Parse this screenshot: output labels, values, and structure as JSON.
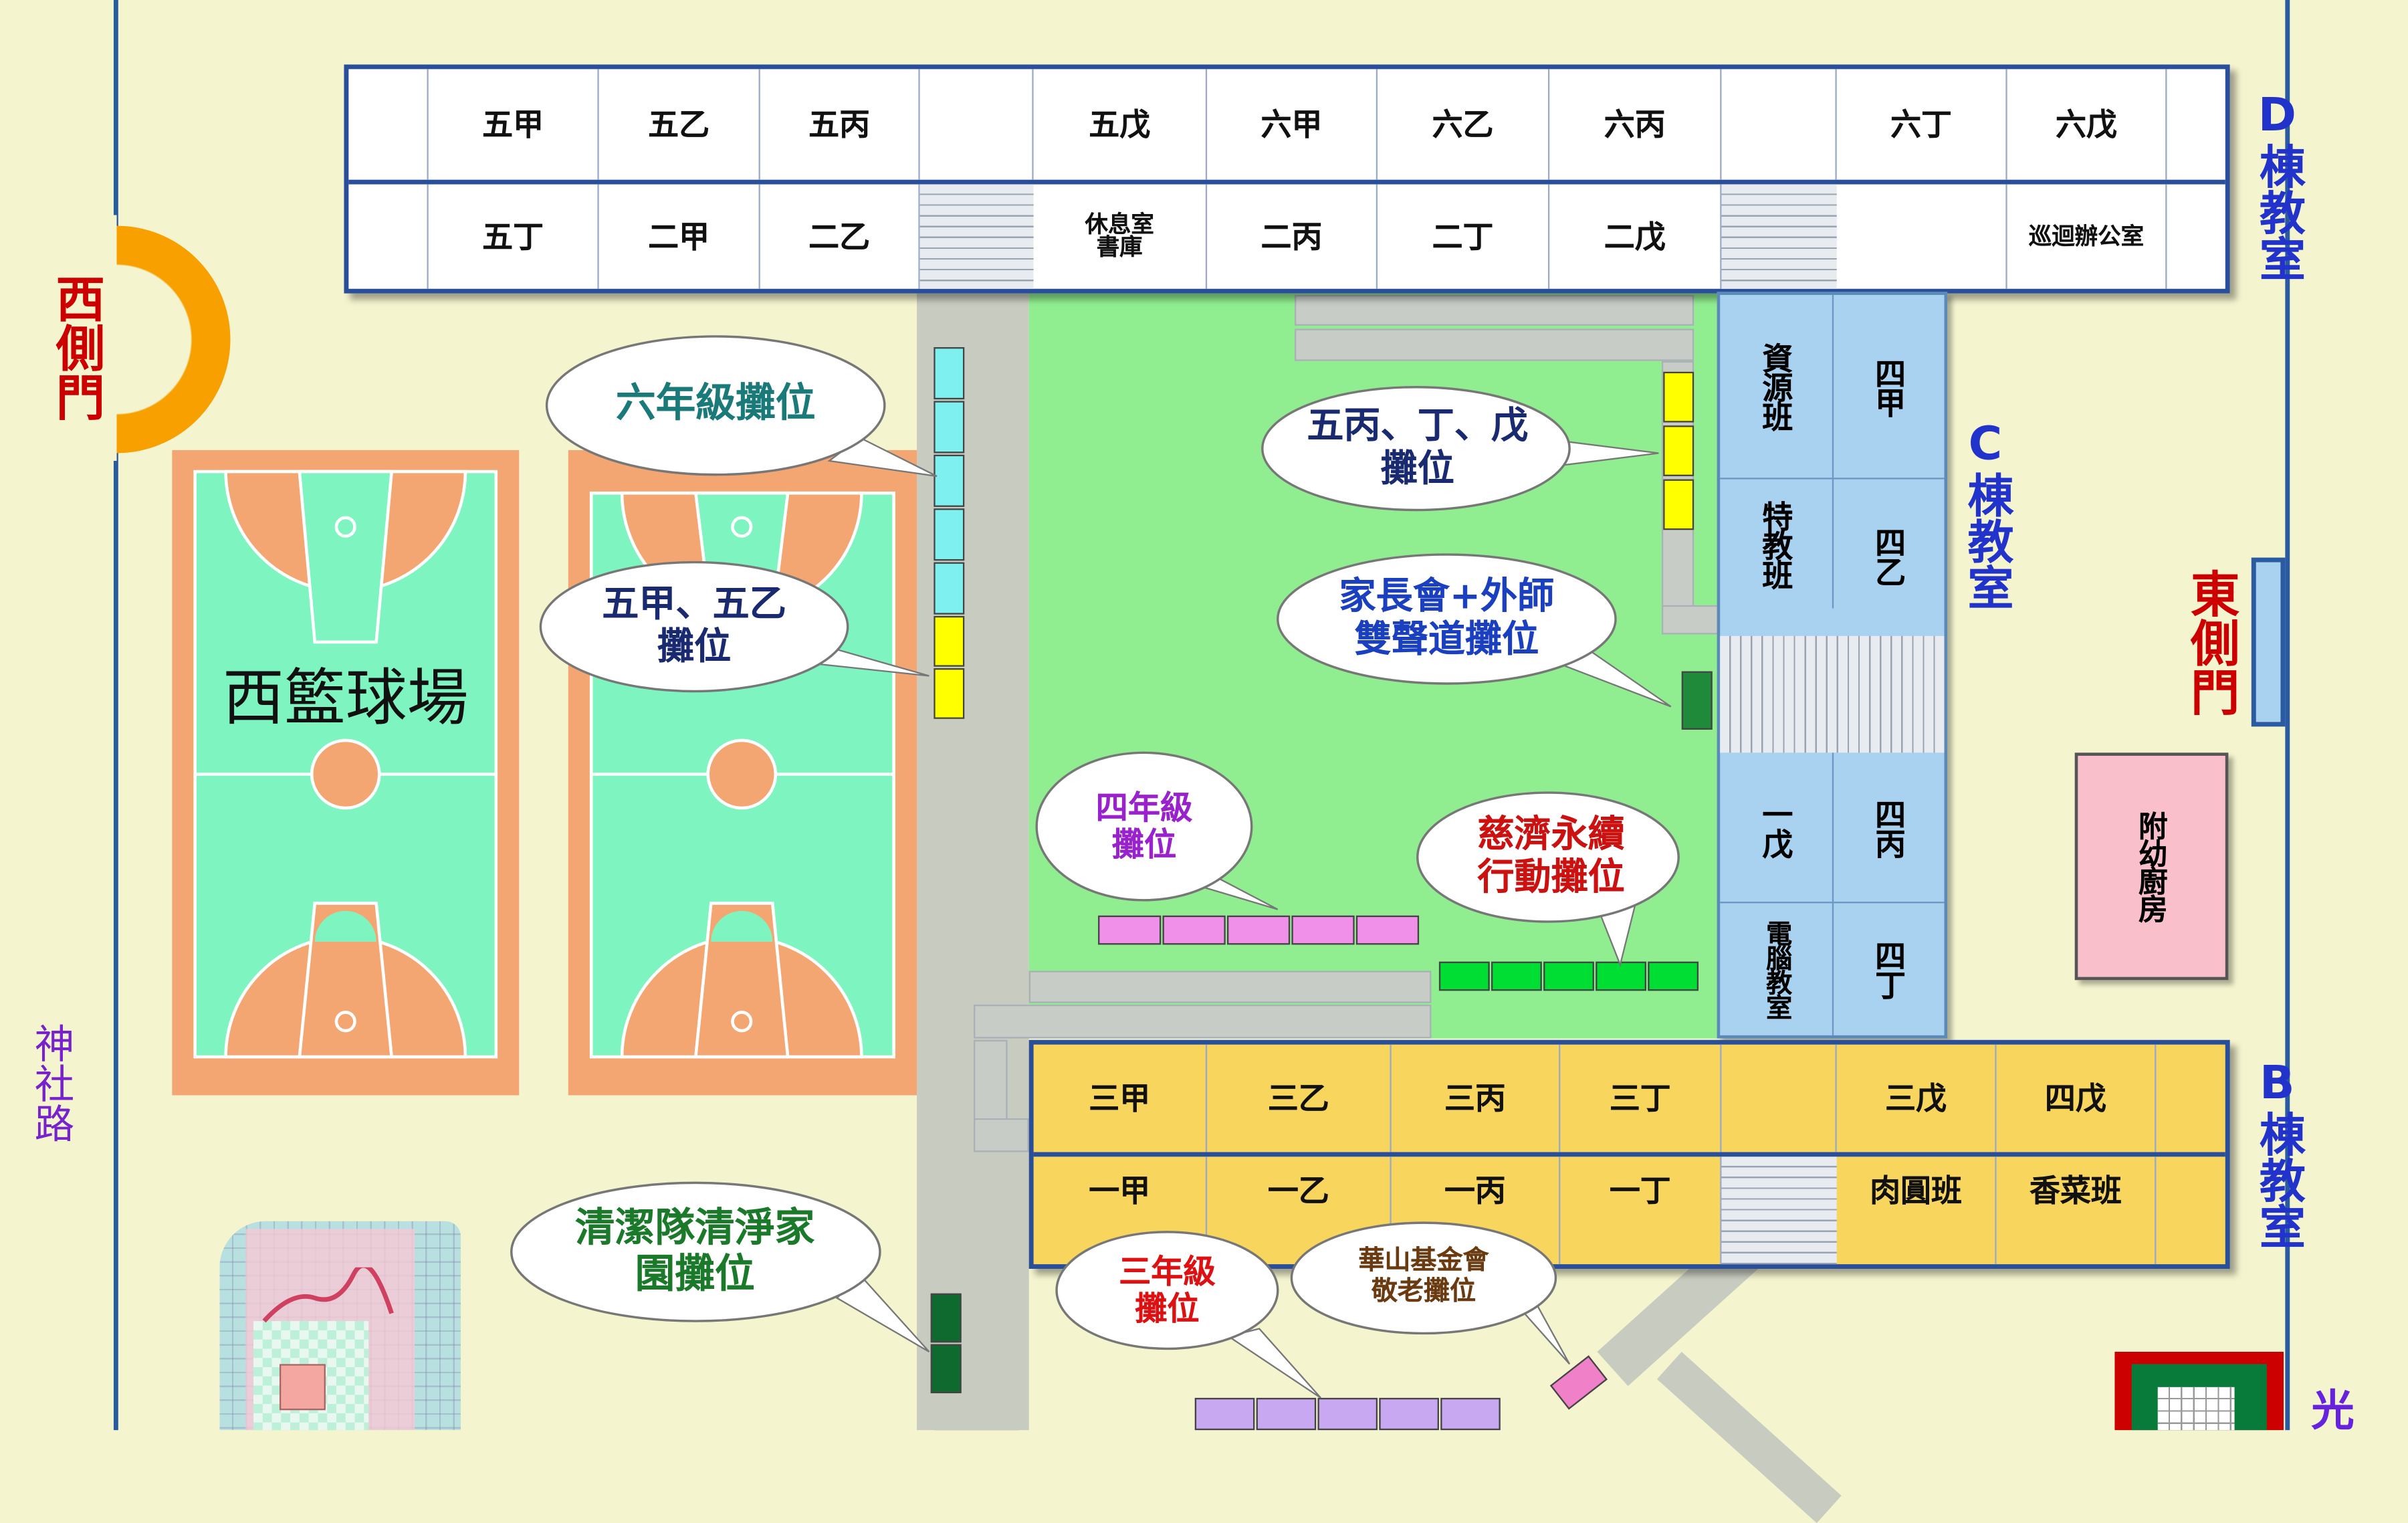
{
  "colors": {
    "background": "#f4f4cf",
    "field": "#90ee90",
    "building_c": "#a9d1f0",
    "building_b": "#f8d65e",
    "court_orange": "#f4a672",
    "court_green": "#7ef5c0",
    "gate": "#f7a000"
  },
  "labels": {
    "west_gate": "西側門",
    "east_gate": "東側門",
    "shrine_road": "神社路",
    "basketball": "西籃球場",
    "d_building": "D棟教室",
    "c_building": "C棟教室",
    "b_building": "B棟教室",
    "kitchen": "附幼廚房",
    "partial_char": "光"
  },
  "d_building": {
    "top": [
      "五甲",
      "五乙",
      "五丙",
      "五戊",
      "六甲",
      "六乙",
      "六丙",
      "六丁",
      "六戊"
    ],
    "bottom": [
      "五丁",
      "二甲",
      "二乙",
      "休息室書庫",
      "二丙",
      "二丁",
      "二戊",
      "巡迴辦公室"
    ]
  },
  "c_building": {
    "left": [
      "資源班",
      "特教班",
      "一戊",
      "電腦教室"
    ],
    "right": [
      "四甲",
      "四乙",
      "四丙",
      "四丁"
    ]
  },
  "b_building": {
    "top": [
      "三甲",
      "三乙",
      "三丙",
      "三丁",
      "三戊",
      "四戊"
    ],
    "bottom": [
      "一甲",
      "一乙",
      "一丙",
      "一丁",
      "肉圓班",
      "香菜班"
    ]
  },
  "bubbles": {
    "grade6": "六年級攤位",
    "grade5ab": "五甲、五乙攤位",
    "grade5cde": "五丙、丁、戊攤位",
    "parents": "家長會+外師雙聲道攤位",
    "grade4": "四年級攤位",
    "tzuchi": "慈濟永續行動攤位",
    "cleaning": "清潔隊清淨家園攤位",
    "grade3": "三年級攤位",
    "huashan": "華山基金會敬老攤位"
  }
}
